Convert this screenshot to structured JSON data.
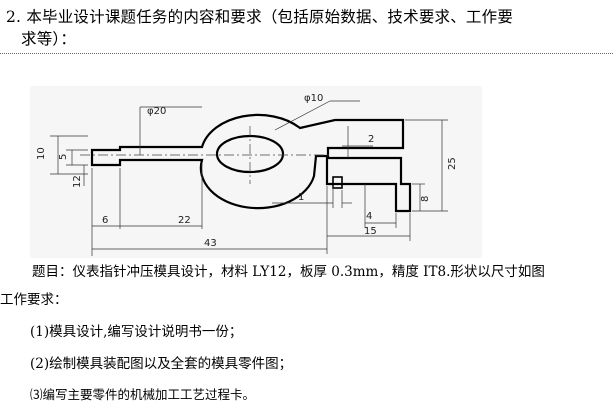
{
  "heading": {
    "line1": "2.  本毕业设计课题任务的内容和要求（包括原始数据、技术要求、工作要",
    "line2": "求等）："
  },
  "drawing": {
    "phi20": "φ20",
    "phi10": "φ10",
    "d10": "10",
    "d5": "5",
    "d12": "12",
    "d6": "6",
    "d22": "22",
    "d43": "43",
    "d2": "2",
    "d1": "1",
    "d4": "4",
    "d15": "15",
    "d25": "25",
    "d8": "8"
  },
  "body": {
    "problem": "题目：仪表指针冲压模具设计，材料 LY12，板厚 0.3mm，精度 IT8.形状以尺寸如图",
    "requirement_label": "工作要求：",
    "items": [
      "(1)模具设计,编写设计说明书一份；",
      "(2)绘制模具装配图以及全套的模具零件图；",
      "⑶编写主要零件的机械加工工艺过程卡。"
    ]
  }
}
